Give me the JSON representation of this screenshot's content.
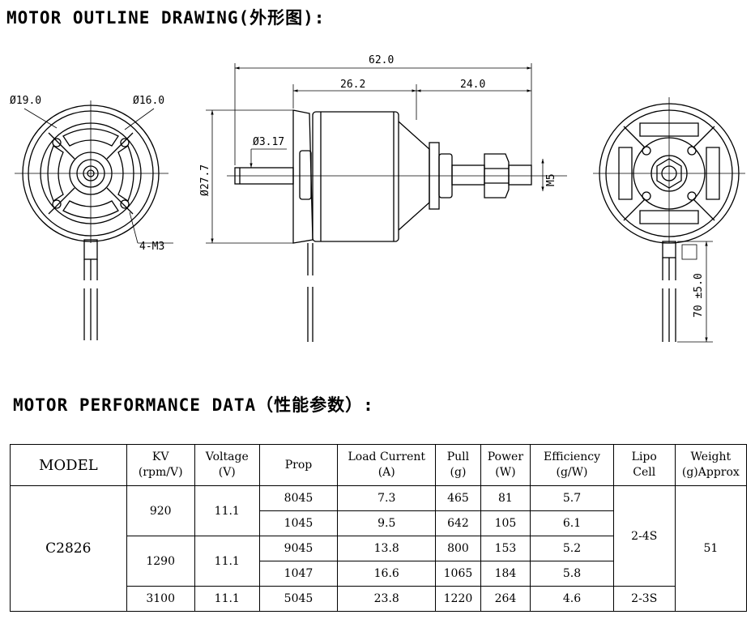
{
  "headings": {
    "outline": "MOTOR OUTLINE DRAWING(外形图):",
    "performance": "MOTOR PERFORMANCE DATA（性能参数）:"
  },
  "dimensions": {
    "front_outer": "Ø19.0",
    "front_inner": "Ø16.0",
    "mount_holes": "4-M3",
    "total_length": "62.0",
    "body_length": "26.2",
    "shaft_length": "24.0",
    "shaft_dia": "Ø3.17",
    "body_dia": "Ø27.7",
    "thread": "M5",
    "lead_length": "70 ±5.0"
  },
  "table": {
    "headers": {
      "model": "MODEL",
      "kv_1": "KV",
      "kv_2": "(rpm/V)",
      "voltage_1": "Voltage",
      "voltage_2": "(V)",
      "prop": "Prop",
      "current_1": "Load Current",
      "current_2": "(A)",
      "pull_1": "Pull",
      "pull_2": "(g)",
      "power_1": "Power",
      "power_2": "(W)",
      "eff_1": "Efficiency",
      "eff_2": "(g/W)",
      "lipo_1": "Lipo",
      "lipo_2": "Cell",
      "weight_1": "Weight",
      "weight_2": "(g)Approx"
    },
    "model": "C2826",
    "weight": "51",
    "lipo_a": "2-4S",
    "lipo_b": "2-3S",
    "groups": [
      {
        "kv": "920",
        "voltage": "11.1"
      },
      {
        "kv": "1290",
        "voltage": "11.1"
      },
      {
        "kv": "3100",
        "voltage": "11.1"
      }
    ],
    "rows": [
      {
        "prop": "8045",
        "current": "7.3",
        "pull": "465",
        "power": "81",
        "eff": "5.7"
      },
      {
        "prop": "1045",
        "current": "9.5",
        "pull": "642",
        "power": "105",
        "eff": "6.1"
      },
      {
        "prop": "9045",
        "current": "13.8",
        "pull": "800",
        "power": "153",
        "eff": "5.2"
      },
      {
        "prop": "1047",
        "current": "16.6",
        "pull": "1065",
        "power": "184",
        "eff": "5.8"
      },
      {
        "prop": "5045",
        "current": "23.8",
        "pull": "1220",
        "power": "264",
        "eff": "4.6"
      }
    ]
  }
}
